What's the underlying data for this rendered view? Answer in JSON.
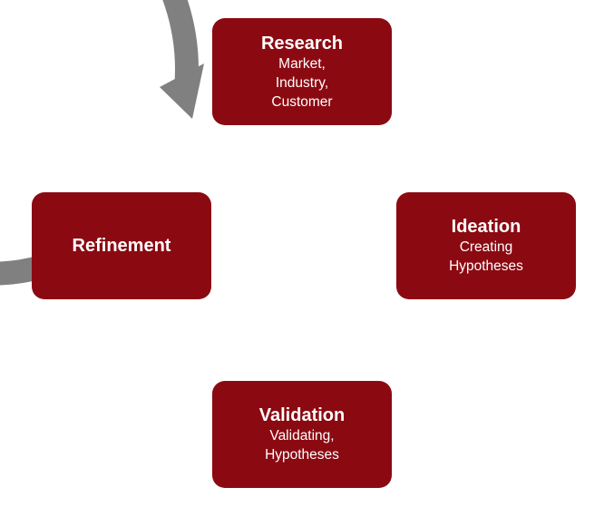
{
  "diagram": {
    "ring_color": "#808080",
    "box_color": "#8b0a12",
    "text_color": "#ffffff",
    "stages": [
      {
        "id": "research",
        "title": "Research",
        "description": "Market,\nIndustry,\nCustomer"
      },
      {
        "id": "ideation",
        "title": "Ideation",
        "description": "Creating\nHypotheses"
      },
      {
        "id": "validation",
        "title": "Validation",
        "description": "Validating,\nHypotheses"
      },
      {
        "id": "refinement",
        "title": "Refinement",
        "description": ""
      }
    ],
    "arrow_icon": "arrow-head-icon"
  }
}
